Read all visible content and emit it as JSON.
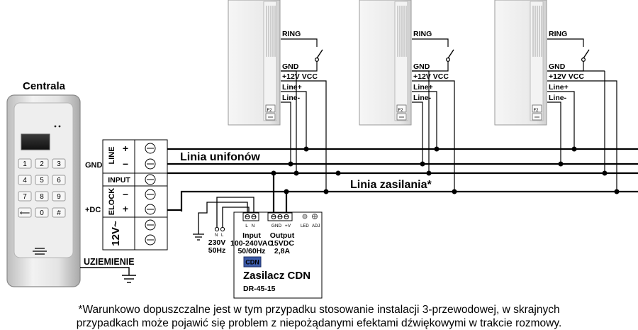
{
  "central": {
    "title": "Centrala",
    "keys": [
      "1",
      "2",
      "3",
      "4",
      "5",
      "6",
      "7",
      "8",
      "9",
      "⟵",
      "0",
      "#"
    ]
  },
  "terminal": {
    "line_label": "LINE",
    "line_plus": "+",
    "line_minus": "–",
    "gnd_label": "GND",
    "input_label": "INPUT",
    "elock_label": "ELOCK",
    "elock_minus": "–",
    "elock_plus": "+",
    "dc_label": "+DC",
    "supply_label": "12V~"
  },
  "ground_label": "UZIEMIENIE",
  "handset": {
    "ring": "RING",
    "gnd": "GND",
    "vcc": "+12V VCC",
    "line_plus": "Line+",
    "line_minus": "Line-",
    "button": "F2"
  },
  "bus": {
    "handset_line": "Linia unifonów",
    "power_line": "Linia zasilania*"
  },
  "mains": {
    "voltage": "230V",
    "frequency": "50Hz",
    "n": "N",
    "l": "L"
  },
  "psu": {
    "input_title": "Input",
    "input_range": "100-240VAC",
    "input_freq": "50/60Hz",
    "output_title": "Output",
    "output_voltage": "15VDC",
    "output_current": "2,8A",
    "term_gnd": "GND",
    "term_vplus": "+V",
    "led": "LED",
    "adj": "ADJ",
    "term_l": "L",
    "term_n": "N",
    "name": "Zasilacz CDN",
    "model": "DR-45-15",
    "logo_text": "CDN"
  },
  "footnote": {
    "line1": "*Warunkowo dopuszczalne jest w tym przypadku stosowanie instalacji 3-przewodowej, w skrajnych",
    "line2": "przypadkach może pojawić się problem z niepożądanymi efektami dźwiękowymi w trakcie rozmowy."
  }
}
